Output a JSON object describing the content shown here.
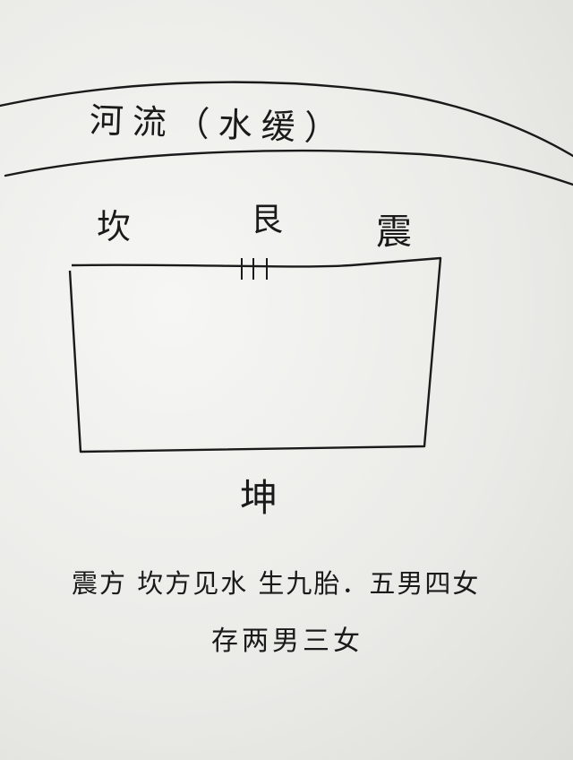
{
  "river": {
    "label": "河流（水缓）"
  },
  "directions": {
    "kan": "坎",
    "gen": "艮",
    "zhen": "震",
    "kun": "坤"
  },
  "notes": {
    "line1": "震方 坎方见水 生九胎．五男四女",
    "line2": "存两男三女"
  },
  "colors": {
    "ink": "#1a1a1a",
    "paper": "#eeeeec"
  }
}
